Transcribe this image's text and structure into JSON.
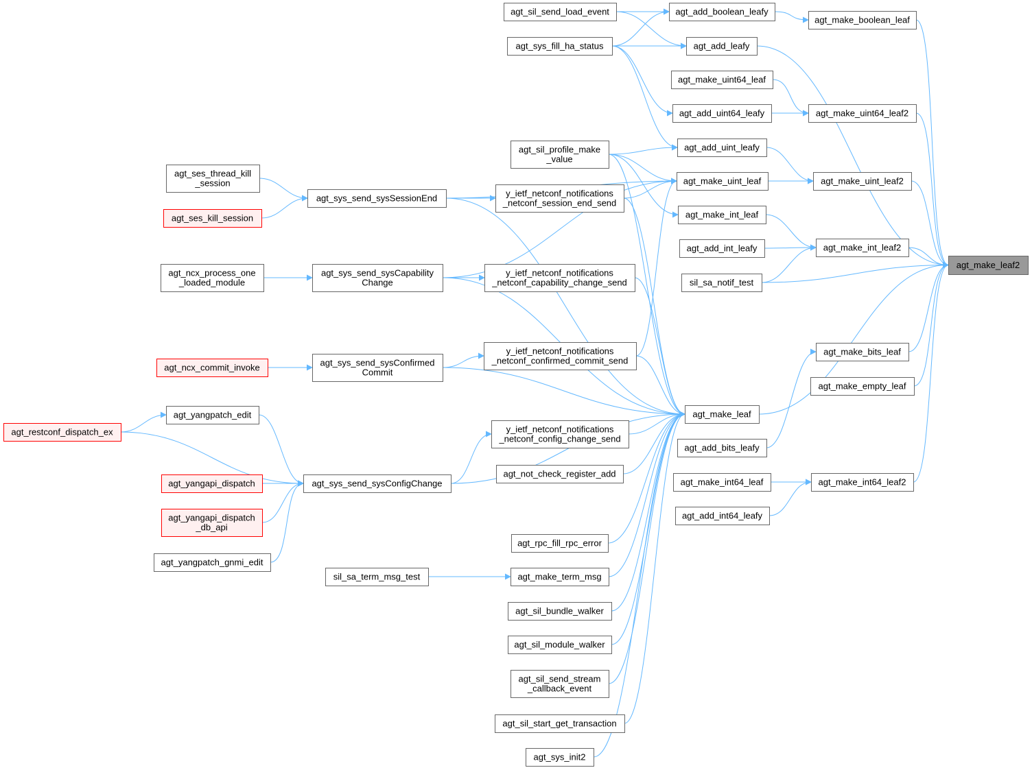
{
  "colors": {
    "edge": "#63b8ff",
    "node_border": "#666666",
    "node_fill": "#ffffff",
    "focus_fill": "#999999",
    "red_border": "#ff0000",
    "red_fill": "#fff0f0"
  },
  "nodes": [
    {
      "id": "agt_make_leaf2",
      "lines": [
        "agt_make_leaf2"
      ],
      "style": "focus"
    },
    {
      "id": "agt_make_boolean_leaf",
      "lines": [
        "agt_make_boolean_leaf"
      ]
    },
    {
      "id": "agt_add_boolean_leafy",
      "lines": [
        "agt_add_boolean_leafy"
      ]
    },
    {
      "id": "agt_sil_send_load_event",
      "lines": [
        "agt_sil_send_load_event"
      ]
    },
    {
      "id": "agt_add_leafy",
      "lines": [
        "agt_add_leafy"
      ]
    },
    {
      "id": "agt_sys_fill_ha_status",
      "lines": [
        "agt_sys_fill_ha_status"
      ]
    },
    {
      "id": "agt_make_uint64_leaf",
      "lines": [
        "agt_make_uint64_leaf"
      ]
    },
    {
      "id": "agt_make_uint64_leaf2",
      "lines": [
        "agt_make_uint64_leaf2"
      ]
    },
    {
      "id": "agt_add_uint64_leafy",
      "lines": [
        "agt_add_uint64_leafy"
      ]
    },
    {
      "id": "agt_add_uint_leafy",
      "lines": [
        "agt_add_uint_leafy"
      ]
    },
    {
      "id": "agt_sil_profile_make_value",
      "lines": [
        "agt_sil_profile_make",
        "_value"
      ]
    },
    {
      "id": "agt_make_uint_leaf",
      "lines": [
        "agt_make_uint_leaf"
      ]
    },
    {
      "id": "agt_make_uint_leaf2",
      "lines": [
        "agt_make_uint_leaf2"
      ]
    },
    {
      "id": "agt_ses_thread_kill_session",
      "lines": [
        "agt_ses_thread_kill",
        "_session"
      ]
    },
    {
      "id": "agt_sys_send_sysSessionEnd",
      "lines": [
        "agt_sys_send_sysSessionEnd"
      ]
    },
    {
      "id": "y_ietf_netconf_notifications_netconf_session_end_send",
      "lines": [
        "y_ietf_netconf_notifications",
        "_netconf_session_end_send"
      ]
    },
    {
      "id": "agt_ses_kill_session",
      "lines": [
        "agt_ses_kill_session"
      ],
      "style": "red"
    },
    {
      "id": "agt_make_int_leaf",
      "lines": [
        "agt_make_int_leaf"
      ]
    },
    {
      "id": "agt_add_int_leafy",
      "lines": [
        "agt_add_int_leafy"
      ]
    },
    {
      "id": "agt_make_int_leaf2",
      "lines": [
        "agt_make_int_leaf2"
      ]
    },
    {
      "id": "agt_ncx_process_one_loaded_module",
      "lines": [
        "agt_ncx_process_one",
        "_loaded_module"
      ]
    },
    {
      "id": "agt_sys_send_sysCapabilityChange",
      "lines": [
        "agt_sys_send_sysCapability",
        "Change"
      ]
    },
    {
      "id": "y_ietf_netconf_notifications_netconf_capability_change_send",
      "lines": [
        "y_ietf_netconf_notifications",
        "_netconf_capability_change_send"
      ]
    },
    {
      "id": "sil_sa_notif_test",
      "lines": [
        "sil_sa_notif_test"
      ]
    },
    {
      "id": "agt_ncx_commit_invoke",
      "lines": [
        "agt_ncx_commit_invoke"
      ],
      "style": "red"
    },
    {
      "id": "agt_sys_send_sysConfirmedCommit",
      "lines": [
        "agt_sys_send_sysConfirmed",
        "Commit"
      ]
    },
    {
      "id": "y_ietf_netconf_notifications_netconf_confirmed_commit_send",
      "lines": [
        "y_ietf_netconf_notifications",
        "_netconf_confirmed_commit_send"
      ]
    },
    {
      "id": "agt_make_bits_leaf",
      "lines": [
        "agt_make_bits_leaf"
      ]
    },
    {
      "id": "agt_make_empty_leaf",
      "lines": [
        "agt_make_empty_leaf"
      ]
    },
    {
      "id": "agt_make_leaf",
      "lines": [
        "agt_make_leaf"
      ]
    },
    {
      "id": "agt_yangpatch_edit",
      "lines": [
        "agt_yangpatch_edit"
      ]
    },
    {
      "id": "agt_restconf_dispatch_ex",
      "lines": [
        "agt_restconf_dispatch_ex"
      ],
      "style": "red"
    },
    {
      "id": "y_ietf_netconf_notifications_netconf_config_change_send",
      "lines": [
        "y_ietf_netconf_notifications",
        "_netconf_config_change_send"
      ]
    },
    {
      "id": "agt_add_bits_leafy",
      "lines": [
        "agt_add_bits_leafy"
      ]
    },
    {
      "id": "agt_not_check_register_add",
      "lines": [
        "agt_not_check_register_add"
      ]
    },
    {
      "id": "agt_make_int64_leaf",
      "lines": [
        "agt_make_int64_leaf"
      ]
    },
    {
      "id": "agt_make_int64_leaf2",
      "lines": [
        "agt_make_int64_leaf2"
      ]
    },
    {
      "id": "agt_yangapi_dispatch",
      "lines": [
        "agt_yangapi_dispatch"
      ],
      "style": "red"
    },
    {
      "id": "agt_sys_send_sysConfigChange",
      "lines": [
        "agt_sys_send_sysConfigChange"
      ]
    },
    {
      "id": "agt_add_int64_leafy",
      "lines": [
        "agt_add_int64_leafy"
      ]
    },
    {
      "id": "agt_yangapi_dispatch_db_api",
      "lines": [
        "agt_yangapi_dispatch",
        "_db_api"
      ],
      "style": "red"
    },
    {
      "id": "agt_rpc_fill_rpc_error",
      "lines": [
        "agt_rpc_fill_rpc_error"
      ]
    },
    {
      "id": "agt_yangpatch_gnmi_edit",
      "lines": [
        "agt_yangpatch_gnmi_edit"
      ]
    },
    {
      "id": "sil_sa_term_msg_test",
      "lines": [
        "sil_sa_term_msg_test"
      ]
    },
    {
      "id": "agt_make_term_msg",
      "lines": [
        "agt_make_term_msg"
      ]
    },
    {
      "id": "agt_sil_bundle_walker",
      "lines": [
        "agt_sil_bundle_walker"
      ]
    },
    {
      "id": "agt_sil_module_walker",
      "lines": [
        "agt_sil_module_walker"
      ]
    },
    {
      "id": "agt_sil_send_stream_callback_event",
      "lines": [
        "agt_sil_send_stream",
        "_callback_event"
      ]
    },
    {
      "id": "agt_sil_start_get_transaction",
      "lines": [
        "agt_sil_start_get_transaction"
      ]
    },
    {
      "id": "agt_sys_init2",
      "lines": [
        "agt_sys_init2"
      ]
    }
  ],
  "edges": [
    {
      "from": "agt_make_boolean_leaf",
      "to": "agt_make_leaf2"
    },
    {
      "from": "agt_add_leafy",
      "to": "agt_make_leaf2"
    },
    {
      "from": "agt_make_uint64_leaf2",
      "to": "agt_make_leaf2"
    },
    {
      "from": "agt_make_uint_leaf2",
      "to": "agt_make_leaf2"
    },
    {
      "from": "agt_make_int_leaf2",
      "to": "agt_make_leaf2"
    },
    {
      "from": "sil_sa_notif_test",
      "to": "agt_make_leaf2"
    },
    {
      "from": "agt_make_leaf",
      "to": "agt_make_leaf2"
    },
    {
      "from": "agt_make_bits_leaf",
      "to": "agt_make_leaf2"
    },
    {
      "from": "agt_make_empty_leaf",
      "to": "agt_make_leaf2"
    },
    {
      "from": "agt_make_int64_leaf2",
      "to": "agt_make_leaf2"
    },
    {
      "from": "agt_add_boolean_leafy",
      "to": "agt_make_boolean_leaf"
    },
    {
      "from": "agt_sil_send_load_event",
      "to": "agt_add_boolean_leafy"
    },
    {
      "from": "agt_sys_fill_ha_status",
      "to": "agt_add_boolean_leafy"
    },
    {
      "from": "agt_sil_send_load_event",
      "to": "agt_add_leafy"
    },
    {
      "from": "agt_sys_fill_ha_status",
      "to": "agt_add_leafy"
    },
    {
      "from": "agt_sys_fill_ha_status",
      "to": "agt_add_uint64_leafy"
    },
    {
      "from": "agt_sys_fill_ha_status",
      "to": "agt_add_uint_leafy"
    },
    {
      "from": "agt_make_uint64_leaf",
      "to": "agt_make_uint64_leaf2"
    },
    {
      "from": "agt_add_uint64_leafy",
      "to": "agt_make_uint64_leaf2"
    },
    {
      "from": "agt_add_uint_leafy",
      "to": "agt_make_uint_leaf2"
    },
    {
      "from": "agt_make_uint_leaf",
      "to": "agt_make_uint_leaf2"
    },
    {
      "from": "agt_sil_profile_make_value",
      "to": "agt_add_uint_leafy"
    },
    {
      "from": "agt_sil_profile_make_value",
      "to": "agt_make_uint_leaf"
    },
    {
      "from": "agt_sil_profile_make_value",
      "to": "agt_make_int_leaf"
    },
    {
      "from": "agt_sil_profile_make_value",
      "to": "agt_make_leaf"
    },
    {
      "from": "agt_sys_send_sysSessionEnd",
      "to": "agt_make_uint_leaf"
    },
    {
      "from": "agt_sys_send_sysSessionEnd",
      "to": "y_ietf_netconf_notifications_netconf_session_end_send"
    },
    {
      "from": "agt_sys_send_sysSessionEnd",
      "to": "agt_make_leaf"
    },
    {
      "from": "agt_ses_thread_kill_session",
      "to": "agt_sys_send_sysSessionEnd"
    },
    {
      "from": "agt_ses_kill_session",
      "to": "agt_sys_send_sysSessionEnd"
    },
    {
      "from": "y_ietf_netconf_notifications_netconf_session_end_send",
      "to": "agt_make_uint_leaf"
    },
    {
      "from": "y_ietf_netconf_notifications_netconf_session_end_send",
      "to": "agt_make_leaf"
    },
    {
      "from": "agt_make_int_leaf",
      "to": "agt_make_int_leaf2"
    },
    {
      "from": "agt_add_int_leafy",
      "to": "agt_make_int_leaf2"
    },
    {
      "from": "sil_sa_notif_test",
      "to": "agt_make_int_leaf2"
    },
    {
      "from": "agt_ncx_process_one_loaded_module",
      "to": "agt_sys_send_sysCapabilityChange"
    },
    {
      "from": "agt_sys_send_sysCapabilityChange",
      "to": "y_ietf_netconf_notifications_netconf_capability_change_send"
    },
    {
      "from": "agt_sys_send_sysCapabilityChange",
      "to": "agt_make_uint_leaf"
    },
    {
      "from": "agt_sys_send_sysCapabilityChange",
      "to": "agt_make_leaf"
    },
    {
      "from": "y_ietf_netconf_notifications_netconf_capability_change_send",
      "to": "agt_make_leaf"
    },
    {
      "from": "agt_ncx_commit_invoke",
      "to": "agt_sys_send_sysConfirmedCommit"
    },
    {
      "from": "agt_sys_send_sysConfirmedCommit",
      "to": "y_ietf_netconf_notifications_netconf_confirmed_commit_send"
    },
    {
      "from": "agt_sys_send_sysConfirmedCommit",
      "to": "agt_make_leaf"
    },
    {
      "from": "y_ietf_netconf_notifications_netconf_confirmed_commit_send",
      "to": "agt_make_leaf"
    },
    {
      "from": "y_ietf_netconf_notifications_netconf_confirmed_commit_send",
      "to": "agt_make_uint_leaf"
    },
    {
      "from": "agt_add_bits_leafy",
      "to": "agt_make_bits_leaf"
    },
    {
      "from": "agt_restconf_dispatch_ex",
      "to": "agt_yangpatch_edit"
    },
    {
      "from": "agt_restconf_dispatch_ex",
      "to": "agt_sys_send_sysConfigChange"
    },
    {
      "from": "agt_yangpatch_edit",
      "to": "agt_sys_send_sysConfigChange"
    },
    {
      "from": "agt_yangapi_dispatch",
      "to": "agt_sys_send_sysConfigChange"
    },
    {
      "from": "agt_yangapi_dispatch_db_api",
      "to": "agt_sys_send_sysConfigChange"
    },
    {
      "from": "agt_yangpatch_gnmi_edit",
      "to": "agt_sys_send_sysConfigChange"
    },
    {
      "from": "agt_sys_send_sysConfigChange",
      "to": "y_ietf_netconf_notifications_netconf_config_change_send"
    },
    {
      "from": "agt_sys_send_sysConfigChange",
      "to": "agt_make_leaf"
    },
    {
      "from": "y_ietf_netconf_notifications_netconf_config_change_send",
      "to": "agt_make_leaf"
    },
    {
      "from": "agt_not_check_register_add",
      "to": "agt_make_leaf"
    },
    {
      "from": "agt_make_int64_leaf",
      "to": "agt_make_int64_leaf2"
    },
    {
      "from": "agt_add_int64_leafy",
      "to": "agt_make_int64_leaf2"
    },
    {
      "from": "sil_sa_term_msg_test",
      "to": "agt_make_term_msg"
    },
    {
      "from": "agt_rpc_fill_rpc_error",
      "to": "agt_make_leaf"
    },
    {
      "from": "agt_make_term_msg",
      "to": "agt_make_leaf"
    },
    {
      "from": "agt_sil_bundle_walker",
      "to": "agt_make_leaf"
    },
    {
      "from": "agt_sil_module_walker",
      "to": "agt_make_leaf"
    },
    {
      "from": "agt_sil_send_stream_callback_event",
      "to": "agt_make_leaf"
    },
    {
      "from": "agt_sil_start_get_transaction",
      "to": "agt_make_leaf"
    },
    {
      "from": "agt_sys_init2",
      "to": "agt_make_leaf"
    }
  ]
}
